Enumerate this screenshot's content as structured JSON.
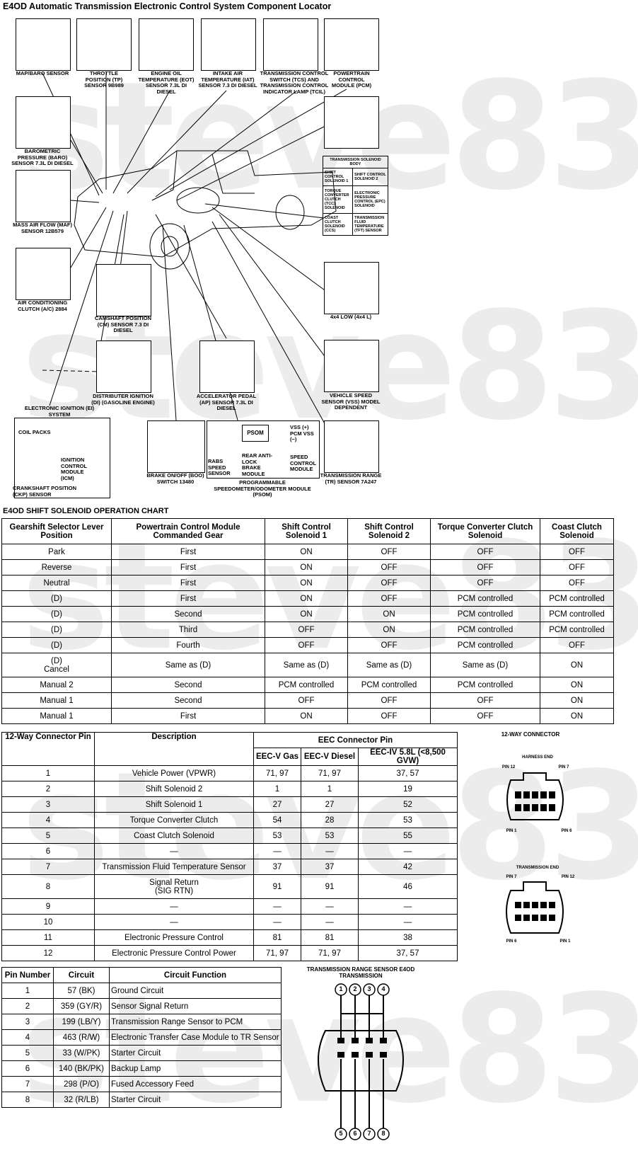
{
  "title": "E4OD Automatic Transmission Electronic Control System Component Locator",
  "watermark": "steve83",
  "components": {
    "map_baro": "MAP/BARO SENSOR",
    "tp": "THROTTLE POSITION (TP) SENSOR 9B989",
    "eot": "ENGINE OIL TEMPERATURE (EOT) SENSOR 7.3L DI DIESEL",
    "iat": "INTAKE AIR TEMPERATURE (IAT) SENSOR 7.3 DI DIESEL",
    "tcs": "TRANSMISSION CONTROL SWITCH (TCS) AND TRANSMISSION CONTROL INDICATOR LAMP (TCIL)",
    "pcm": "POWERTRAIN CONTROL MODULE (PCM)",
    "baro": "BAROMETRIC PRESSURE (BARO) SENSOR 7.3L DI DIESEL",
    "maf": "MASS AIR FLOW (MAF) SENSOR 12B579",
    "ac": "AIR CONDITIONING CLUTCH (A/C) 2884",
    "cmp": "CAMSHAFT POSITION (CM) SENSOR 7.3 DI DIESEL",
    "low": "4x4 LOW (4x4 L)",
    "dist": "DISTRIBUTER IGNITION (DI) (GASOLINE ENGINE)",
    "ei": "ELECTRONIC IGNITION (EI) SYSTEM",
    "app": "ACCELERATOR PEDAL (AP) SENSOR 7.3L DI DIESEL",
    "vss": "VEHICLE SPEED SENSOR (VSS) MODEL DEPENDENT",
    "coil": "COIL PACKS",
    "icm": "IGNITION CONTROL MODULE (ICM)",
    "ckp": "CRANKSHAFT POSITION (CKP) SENSOR",
    "boo": "BRAKE ON/OFF (BOO) SWITCH 13480",
    "psom": "PROGRAMMABLE SPEEDOMETER/ODOMETER MODULE (PSOM)",
    "tr": "TRANSMISSION RANGE (TR) SENSOR 7A247",
    "psom_box": "PSOM",
    "vss_pcm": "VSS (+) PCM VSS (−)",
    "rabs": "RABS SPEED SENSOR",
    "rear": "REAR ANTI-LOCK BRAKE MODULE",
    "speed_ctl": "SPEED CONTROL MODULE",
    "sol_body": "TRANSMISSION SOLENOID BODY",
    "sol_cells": [
      "SHIFT CONTROL SOLENOID 1",
      "SHIFT CONTROL SOLENOID 2",
      "TORQUE CONVERTER CLUTCH (TCC) SOLENOID",
      "ELECTRONIC PRESSURE CONTROL (EPC) SOLENOID",
      "COAST CLUTCH SOLENOID (CCS)",
      "TRANSMISSION FLUID TEMPERATURE (TFT) SENSOR"
    ]
  },
  "chart_title": "E4OD  SHIFT SOLENOID OPERATION CHART",
  "chart_headers": [
    "Gearshift Selector Lever Position",
    "Powertrain Control Module Commanded Gear",
    "Shift Control Solenoid 1",
    "Shift Control Solenoid 2",
    "Torque Converter Clutch Solenoid",
    "Coast Clutch Solenoid"
  ],
  "chart_rows": [
    [
      "Park",
      "First",
      "ON",
      "OFF",
      "OFF",
      "OFF"
    ],
    [
      "Reverse",
      "First",
      "ON",
      "OFF",
      "OFF",
      "OFF"
    ],
    [
      "Neutral",
      "First",
      "ON",
      "OFF",
      "OFF",
      "OFF"
    ],
    [
      "(D)",
      "First",
      "ON",
      "OFF",
      "PCM controlled",
      "PCM controlled"
    ],
    [
      "(D)",
      "Second",
      "ON",
      "ON",
      "PCM controlled",
      "PCM controlled"
    ],
    [
      "(D)",
      "Third",
      "OFF",
      "ON",
      "PCM controlled",
      "PCM controlled"
    ],
    [
      "(D)",
      "Fourth",
      "OFF",
      "OFF",
      "PCM controlled",
      "OFF"
    ],
    [
      "(D)\nCancel",
      "Same as (D)",
      "Same as (D)",
      "Same as (D)",
      "Same as (D)",
      "ON"
    ],
    [
      "Manual 2",
      "Second",
      "PCM controlled",
      "PCM controlled",
      "PCM controlled",
      "ON"
    ],
    [
      "Manual 1",
      "Second",
      "OFF",
      "OFF",
      "OFF",
      "ON"
    ],
    [
      "Manual 1",
      "First",
      "ON",
      "OFF",
      "OFF",
      "ON"
    ]
  ],
  "conn_headers": {
    "pin": "12-Way Connector Pin",
    "desc": "Description",
    "eec": "EEC  Connector Pin",
    "gas": "EEC-V Gas",
    "diesel": "EEC-V Diesel",
    "iv": "EEC-IV 5.8L (<8,500 GVW)"
  },
  "conn_rows": [
    [
      "1",
      "Vehicle Power (VPWR)",
      "71, 97",
      "71, 97",
      "37, 57"
    ],
    [
      "2",
      "Shift Solenoid 2",
      "1",
      "1",
      "19"
    ],
    [
      "3",
      "Shift Solenoid 1",
      "27",
      "27",
      "52"
    ],
    [
      "4",
      "Torque Converter Clutch",
      "54",
      "28",
      "53"
    ],
    [
      "5",
      "Coast Clutch Solenoid",
      "53",
      "53",
      "55"
    ],
    [
      "6",
      "—",
      "—",
      "—",
      "—"
    ],
    [
      "7",
      "Transmission Fluid Temperature Sensor",
      "37",
      "37",
      "42"
    ],
    [
      "8",
      "Signal Return\n(SIG RTN)",
      "91",
      "91",
      "46"
    ],
    [
      "9",
      "—",
      "—",
      "—",
      "—"
    ],
    [
      "10",
      "—",
      "—",
      "—",
      "—"
    ],
    [
      "11",
      "Electronic Pressure Control",
      "81",
      "81",
      "38"
    ],
    [
      "12",
      "Electronic Pressure Control Power",
      "71, 97",
      "71, 97",
      "37, 57"
    ]
  ],
  "connector": {
    "title": "12-WAY CONNECTOR",
    "harness_end": "HARNESS END",
    "trans_end": "TRANSMISSION END",
    "pin12": "PIN 12",
    "pin7": "PIN 7",
    "pin1": "PIN 1",
    "pin6": "PIN 6"
  },
  "tr_headers": [
    "Pin Number",
    "Circuit",
    "Circuit Function"
  ],
  "tr_rows": [
    [
      "1",
      "57 (BK)",
      "Ground Circuit"
    ],
    [
      "2",
      "359 (GY/R)",
      "Sensor Signal Return"
    ],
    [
      "3",
      "199 (LB/Y)",
      "Transmission Range Sensor to PCM"
    ],
    [
      "4",
      "463 (R/W)",
      "Electronic Transfer Case Module to TR Sensor"
    ],
    [
      "5",
      "33 (W/PK)",
      "Starter Circuit"
    ],
    [
      "6",
      "140 (BK/PK)",
      "Backup Lamp"
    ],
    [
      "7",
      "298 (P/O)",
      "Fused Accessory Feed"
    ],
    [
      "8",
      "32 (R/LB)",
      "Starter Circuit"
    ]
  ],
  "tr_diagram": {
    "title": "TRANSMISSION RANGE SENSOR E4OD TRANSMISSION",
    "top_pins": [
      "1",
      "2",
      "3",
      "4"
    ],
    "bottom_pins": [
      "5",
      "6",
      "7",
      "8"
    ]
  }
}
